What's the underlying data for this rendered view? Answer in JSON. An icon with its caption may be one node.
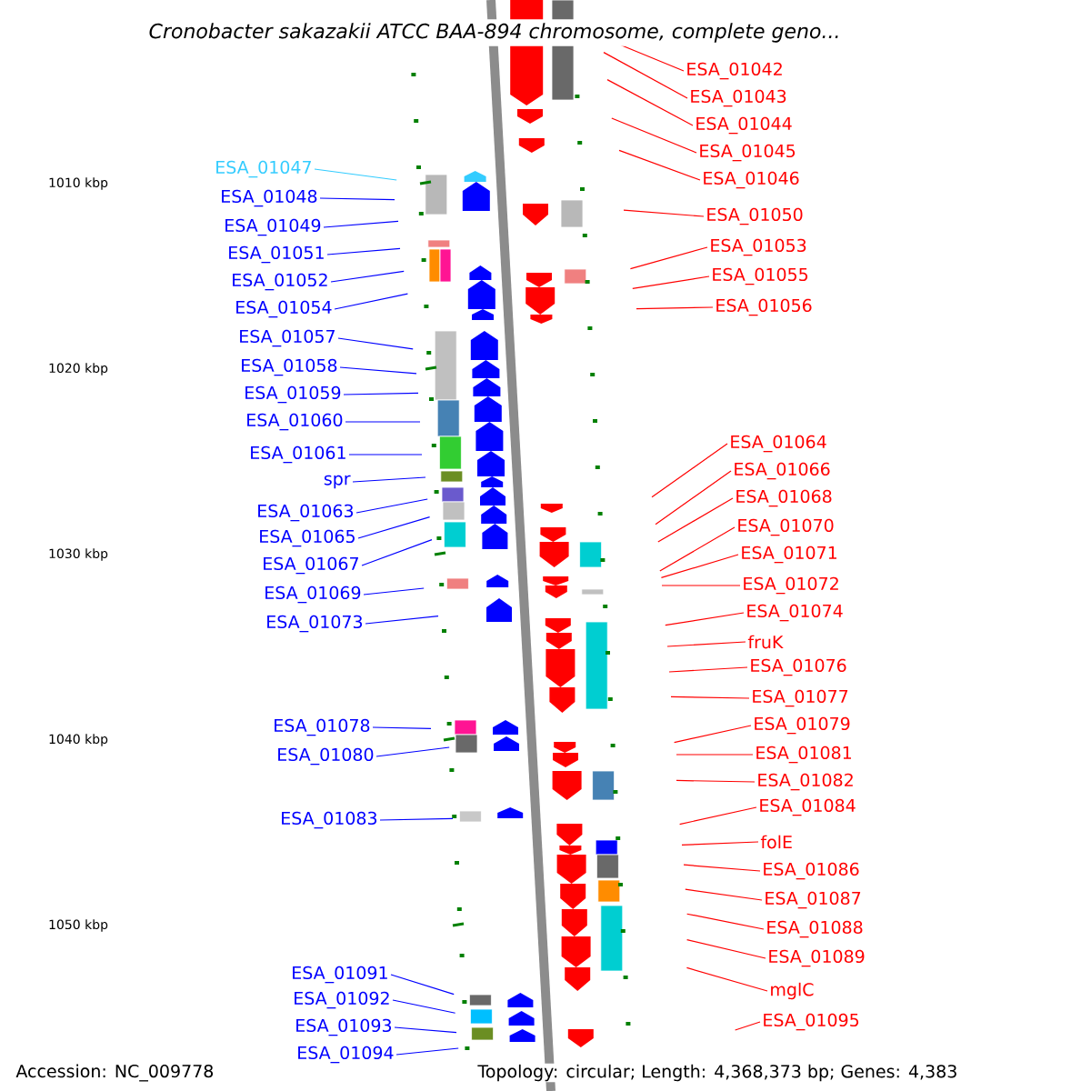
{
  "diagram": {
    "title": "*Cronobacter sakazakii* ATCC BAA-894 chromosome, complete geno...",
    "nodes": [
      {
        "text": [
          "ESA_01047"
        ]
      },
      {
        "text": [
          "ESA_01048"
        ]
      },
      {
        "text": [
          "ESA_01049"
        ]
      },
      {
        "text": [
          "ESA_01051"
        ]
      },
      {
        "text": [
          "ESA_01052"
        ]
      },
      {
        "text": [
          "ESA_01054"
        ]
      },
      {
        "text": [
          "ESA_01057"
        ]
      },
      {
        "text": [
          "ESA_01058"
        ]
      },
      {
        "text": [
          "ESA_01059"
        ]
      },
      {
        "text": [
          "ESA_01060"
        ]
      },
      {
        "text": [
          "ESA_01061"
        ]
      },
      {
        "text": [
          "spr"
        ]
      },
      {
        "text": [
          "ESA_01063"
        ]
      },
      {
        "text": [
          "ESA_01065"
        ]
      },
      {
        "text": [
          "ESA_01067"
        ]
      },
      {
        "text": [
          "ESA_01069"
        ]
      },
      {
        "text": [
          "ESA_01073"
        ]
      },
      {
        "text": [
          "ESA_01078"
        ]
      },
      {
        "text": [
          "ESA_01080"
        ]
      },
      {
        "text": [
          "ESA_01083"
        ]
      },
      {
        "text": [
          "ESA_01091"
        ]
      },
      {
        "text": [
          "ESA_01092"
        ]
      },
      {
        "text": [
          "ESA_01093"
        ]
      },
      {
        "text": [
          "ESA_01094"
        ]
      },
      {
        "text": [
          "ESA_01042"
        ]
      },
      {
        "text": [
          "ESA_01043"
        ]
      },
      {
        "text": [
          "ESA_01044"
        ]
      },
      {
        "text": [
          "ESA_01045"
        ]
      },
      {
        "text": [
          "ESA_01046"
        ]
      },
      {
        "text": [
          "ESA_01050"
        ]
      },
      {
        "text": [
          "ESA_01053"
        ]
      },
      {
        "text": [
          "ESA_01055"
        ]
      },
      {
        "text": [
          "ESA_01056"
        ]
      },
      {
        "text": [
          "ESA_01064"
        ]
      },
      {
        "text": [
          "ESA_01066"
        ]
      },
      {
        "text": [
          "ESA_01068"
        ]
      },
      {
        "text": [
          "ESA_01070"
        ]
      },
      {
        "text": [
          "ESA_01071"
        ]
      },
      {
        "text": [
          "ESA_01072"
        ]
      },
      {
        "text": [
          "ESA_01074"
        ]
      },
      {
        "text": [
          "fruK"
        ]
      },
      {
        "text": [
          "ESA_01076"
        ]
      },
      {
        "text": [
          "ESA_01077"
        ]
      },
      {
        "text": [
          "ESA_01079"
        ]
      },
      {
        "text": [
          "ESA_01081"
        ]
      },
      {
        "text": [
          "ESA_01082"
        ]
      },
      {
        "text": [
          "ESA_01084"
        ]
      },
      {
        "text": [
          "folE"
        ]
      },
      {
        "text": [
          "ESA_01086"
        ]
      },
      {
        "text": [
          "ESA_01087"
        ]
      },
      {
        "text": [
          "ESA_01088"
        ]
      },
      {
        "text": [
          "ESA_01089"
        ]
      },
      {
        "text": [
          "mglC"
        ]
      },
      {
        "text": [
          "ESA_01095"
        ]
      }
    ],
    "edges": [
      {
        "from": 0,
        "to": null,
        "arrow": "none",
        "color": "#33ccff"
      },
      {
        "from": 1,
        "to": null,
        "arrow": "none",
        "color": "#0000ff"
      },
      {
        "from": 2,
        "to": null,
        "arrow": "none",
        "color": "#0000ff"
      },
      {
        "from": 3,
        "to": null,
        "arrow": "none",
        "color": "#0000ff"
      },
      {
        "from": 4,
        "to": null,
        "arrow": "none",
        "color": "#0000ff"
      },
      {
        "from": 5,
        "to": null,
        "arrow": "none",
        "color": "#0000ff"
      },
      {
        "from": 6,
        "to": null,
        "arrow": "none",
        "color": "#0000ff"
      },
      {
        "from": 7,
        "to": null,
        "arrow": "none",
        "color": "#0000ff"
      },
      {
        "from": 8,
        "to": null,
        "arrow": "none",
        "color": "#0000ff"
      },
      {
        "from": 9,
        "to": null,
        "arrow": "none",
        "color": "#0000ff"
      },
      {
        "from": 10,
        "to": null,
        "arrow": "none",
        "color": "#0000ff"
      },
      {
        "from": 11,
        "to": null,
        "arrow": "none",
        "color": "#0000ff"
      },
      {
        "from": 12,
        "to": null,
        "arrow": "none",
        "color": "#0000ff"
      },
      {
        "from": 13,
        "to": null,
        "arrow": "none",
        "color": "#0000ff"
      },
      {
        "from": 14,
        "to": null,
        "arrow": "none",
        "color": "#0000ff"
      },
      {
        "from": 15,
        "to": null,
        "arrow": "none",
        "color": "#0000ff"
      },
      {
        "from": 16,
        "to": null,
        "arrow": "none",
        "color": "#0000ff"
      },
      {
        "from": 17,
        "to": null,
        "arrow": "none",
        "color": "#0000ff"
      },
      {
        "from": 18,
        "to": null,
        "arrow": "none",
        "color": "#0000ff"
      },
      {
        "from": 19,
        "to": null,
        "arrow": "none",
        "color": "#0000ff"
      },
      {
        "from": 20,
        "to": null,
        "arrow": "none",
        "color": "#0000ff"
      },
      {
        "from": 21,
        "to": null,
        "arrow": "none",
        "color": "#0000ff"
      },
      {
        "from": 22,
        "to": null,
        "arrow": "none",
        "color": "#0000ff"
      },
      {
        "from": 23,
        "to": null,
        "arrow": "none",
        "color": "#0000ff"
      },
      {
        "from": 24,
        "to": null,
        "arrow": "none"
      },
      {
        "from": 25,
        "to": null,
        "arrow": "none"
      },
      {
        "from": 26,
        "to": null,
        "arrow": "none"
      },
      {
        "from": 27,
        "to": null,
        "arrow": "none"
      },
      {
        "from": 28,
        "to": null,
        "arrow": "none"
      },
      {
        "from": 29,
        "to": null,
        "arrow": "none"
      },
      {
        "from": 30,
        "to": null,
        "arrow": "none"
      },
      {
        "from": 31,
        "to": null,
        "arrow": "none"
      },
      {
        "from": 32,
        "to": null,
        "arrow": "none"
      },
      {
        "from": 33,
        "to": null,
        "arrow": "none"
      },
      {
        "from": 34,
        "to": null,
        "arrow": "none"
      },
      {
        "from": 35,
        "to": null,
        "arrow": "none"
      },
      {
        "from": 36,
        "to": null,
        "arrow": "none"
      },
      {
        "from": 37,
        "to": null,
        "arrow": "none"
      },
      {
        "from": 38,
        "to": null,
        "arrow": "none"
      },
      {
        "from": 39,
        "to": null,
        "arrow": "none"
      },
      {
        "from": 40,
        "to": null,
        "arrow": "none"
      },
      {
        "from": 41,
        "to": null,
        "arrow": "none"
      },
      {
        "from": 42,
        "to": null,
        "arrow": "none"
      },
      {
        "from": 43,
        "to": null,
        "arrow": "none"
      },
      {
        "from": 44,
        "to": null,
        "arrow": "none"
      },
      {
        "from": 45,
        "to": null,
        "arrow": "none"
      },
      {
        "from": 46,
        "to": null,
        "arrow": "none"
      },
      {
        "from": 47,
        "to": null,
        "arrow": "none"
      },
      {
        "from": 48,
        "to": null,
        "arrow": "none"
      },
      {
        "from": 49,
        "to": null,
        "arrow": "none"
      },
      {
        "from": 50,
        "to": null,
        "arrow": "none"
      },
      {
        "from": 51,
        "to": null,
        "arrow": "none"
      },
      {
        "from": 52,
        "to": null,
        "arrow": "none"
      },
      {
        "from": 53,
        "to": null,
        "arrow": "none"
      }
    ],
    "labels": [
      "1010 kbp",
      "1020 kbp",
      "1030 kbp",
      "1040 kbp",
      "1050 kbp",
      "Accession: NC_009778",
      "Topology: circular; Length: 4,368,373 bp; Genes: 4,383"
    ]
  }
}
